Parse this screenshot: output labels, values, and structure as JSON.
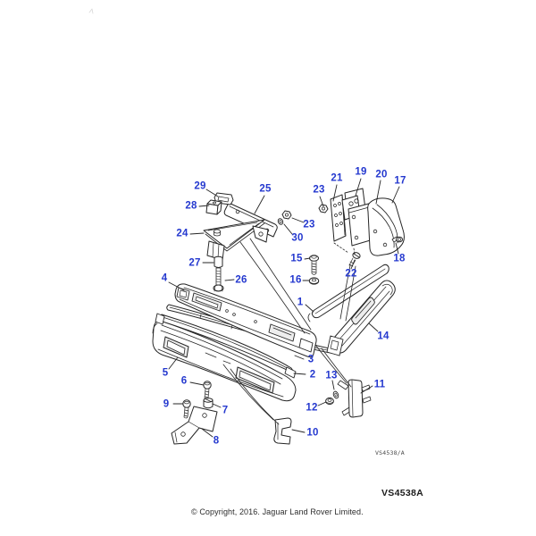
{
  "diagram": {
    "callouts": [
      "1",
      "2",
      "3",
      "4",
      "5",
      "6",
      "7",
      "8",
      "9",
      "10",
      "11",
      "12",
      "13",
      "14",
      "15",
      "16",
      "17",
      "18",
      "19",
      "20",
      "21",
      "22",
      "23",
      "23",
      "24",
      "25",
      "26",
      "27",
      "28",
      "29",
      "30"
    ],
    "sheet_code_small": "VS4538/A",
    "sheet_code": "VS4538A"
  },
  "footer": {
    "copyright": "© Copyright, 2016. Jaguar Land Rover Limited."
  },
  "colors": {
    "accent": "#2539cf",
    "line": "#262626"
  }
}
